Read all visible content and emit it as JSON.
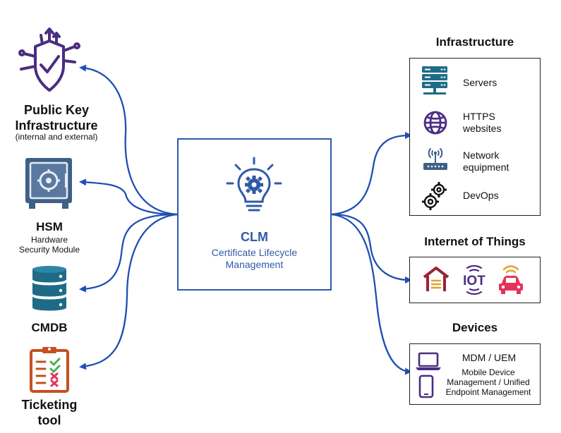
{
  "center": {
    "title": "CLM",
    "subtitle_line1": "Certificate Lifecycle",
    "subtitle_line2": "Management"
  },
  "left": {
    "pki": {
      "line1": "Public Key",
      "line2": "Infrastructure",
      "sub": "(internal and external)"
    },
    "hsm": {
      "title": "HSM",
      "sub_line1": "Hardware",
      "sub_line2": "Security Module"
    },
    "cmdb": {
      "title": "CMDB"
    },
    "ticketing": {
      "line1": "Ticketing",
      "line2": "tool"
    }
  },
  "right": {
    "infrastructure": {
      "title": "Infrastructure",
      "items": {
        "servers": "Servers",
        "https_line1": "HTTPS",
        "https_line2": "websites",
        "network_line1": "Network",
        "network_line2": "equipment",
        "devops": "DevOps"
      }
    },
    "iot": {
      "title": "Internet of Things",
      "iot_text": "IOT"
    },
    "devices": {
      "title": "Devices",
      "mdm_title": "MDM / UEM",
      "sub_line1": "Mobile Device",
      "sub_line2": "Management / Unified",
      "sub_line3": "Endpoint Management"
    }
  },
  "colors": {
    "arrow": "#1f4fb4",
    "clm_blue": "#2f5aa8",
    "pki_purple": "#4b2d83",
    "hsm_blue": "#3f5f86",
    "teal": "#1f6b87",
    "orange": "#c4511d",
    "iot_purple": "#4b2d83",
    "iot_red": "#9b2335",
    "gold": "#e2a328",
    "car_red": "#e6325a",
    "dark": "#222222"
  }
}
